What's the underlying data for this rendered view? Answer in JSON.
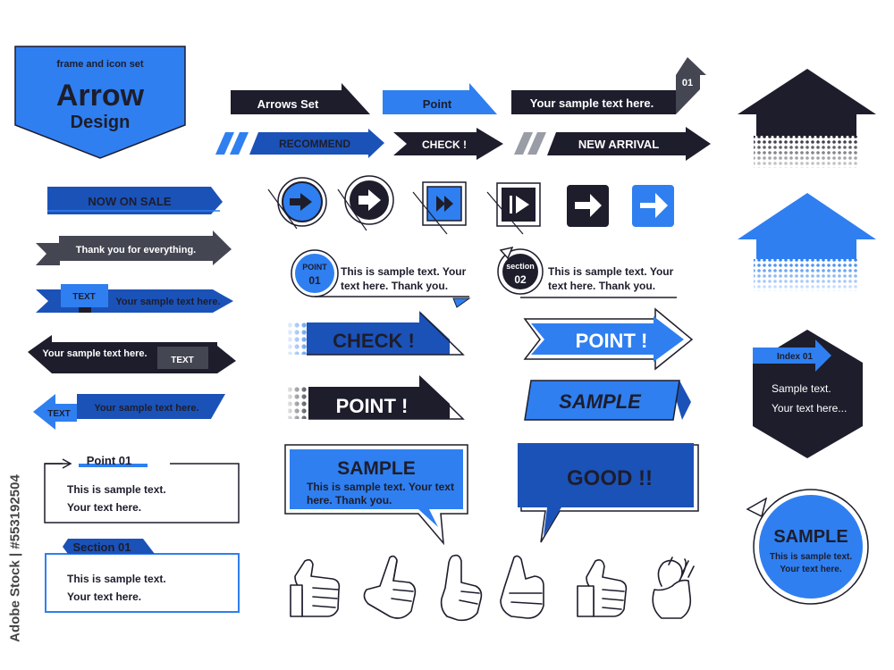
{
  "colors": {
    "blue": "#2f7ff0",
    "dark": "#1d1d2c",
    "navy": "#1b52b8",
    "gray": "#444652",
    "light": "#4a90f0"
  },
  "header": {
    "small": "frame and icon set",
    "title": "Arrow",
    "subtitle": "Design"
  },
  "ribbons": {
    "arrows_set": "Arrows Set",
    "point": "Point",
    "sample_text": "Your sample text here.",
    "number": "01",
    "recommend": "RECOMMEND",
    "check": "CHECK !",
    "new_arrival": "NEW ARRIVAL"
  },
  "left": {
    "now_on_sale": "NOW ON SALE",
    "thank_you": "Thank you for everything.",
    "text": "TEXT",
    "sample_text": "Your sample text here."
  },
  "boxes": {
    "point01": "Point 01",
    "section01": "Section 01",
    "line1": "This is sample text.",
    "line2": "Your text here."
  },
  "badges": {
    "point": "POINT",
    "point_num": "01",
    "section": "section",
    "section_num": "02",
    "line1": "This is sample text. Your",
    "line2": "text here. Thank you."
  },
  "big": {
    "check": "CHECK !",
    "point": "POINT !",
    "point_arrow": "POINT !",
    "sample": "SAMPLE"
  },
  "bubbles": {
    "sample": "SAMPLE",
    "line1": "This is sample text. Your text",
    "line2": "here. Thank you.",
    "good": "GOOD !!"
  },
  "right": {
    "index": "Index 01",
    "hex_line1": "Sample text.",
    "hex_line2": "Your text here...",
    "circle_title": "SAMPLE",
    "circle_line1": "This is sample text.",
    "circle_line2": "Your text here."
  },
  "watermark": "Adobe Stock | #553192504"
}
